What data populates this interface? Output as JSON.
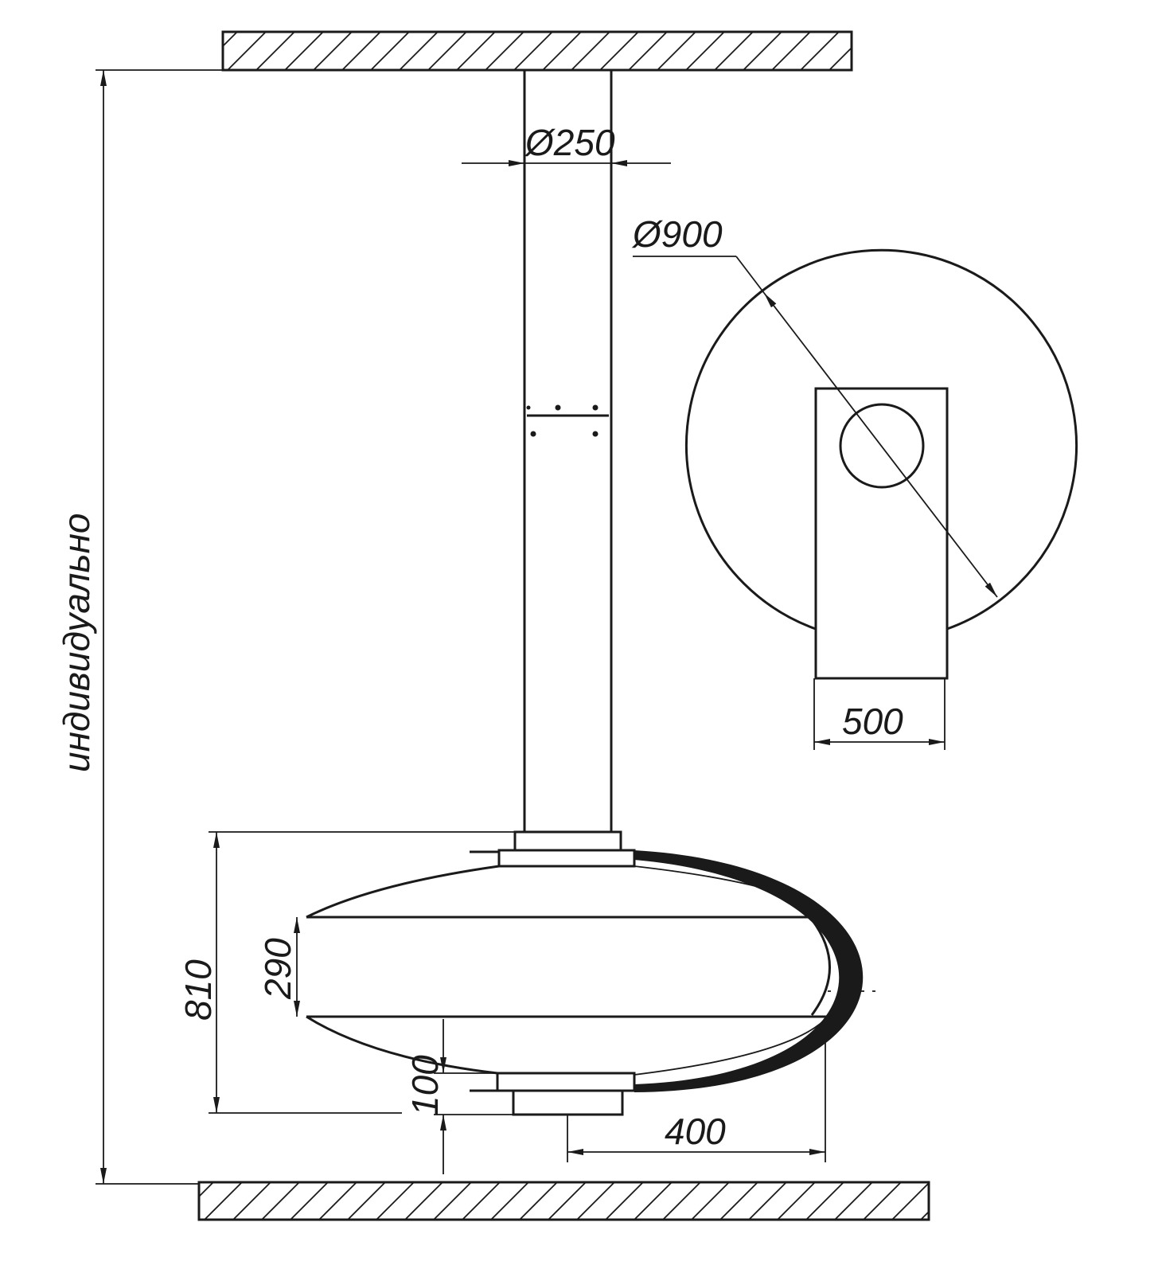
{
  "drawing": {
    "pipe_diameter_label": "Ø250",
    "hood_diameter_label": "Ø900",
    "plate_width_label": "500",
    "total_height_label": "810",
    "band_height_label": "290",
    "bottom_offset_label": "100",
    "radius_label": "400",
    "ceiling_height_label": "индивидуально"
  },
  "colors": {
    "line": "#1a1a1a",
    "background": "#ffffff"
  }
}
